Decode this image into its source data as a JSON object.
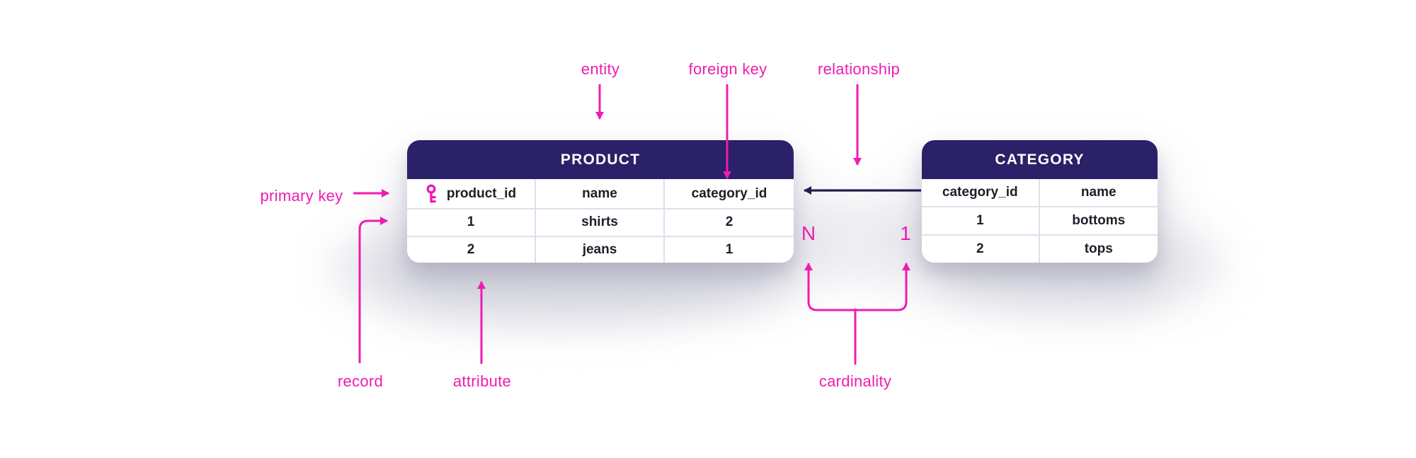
{
  "diagram": {
    "colors": {
      "accent_pink": "#ee1cb2",
      "table_header_indigo": "#2b2168",
      "relationship_line_dark": "#251d4e"
    },
    "annotations": {
      "entity": "entity",
      "foreign_key": "foreign key",
      "relationship": "relationship",
      "primary_key": "primary key",
      "record": "record",
      "attribute": "attribute",
      "cardinality": "cardinality",
      "cardinality_many": "N",
      "cardinality_one": "1"
    },
    "tables": [
      {
        "title": "PRODUCT",
        "columns": [
          "product_id",
          "name",
          "category_id"
        ],
        "primary_key_column": "product_id",
        "rows": [
          [
            "1",
            "shirts",
            "2"
          ],
          [
            "2",
            "jeans",
            "1"
          ]
        ]
      },
      {
        "title": "CATEGORY",
        "columns": [
          "category_id",
          "name"
        ],
        "rows": [
          [
            "1",
            "bottoms"
          ],
          [
            "2",
            "tops"
          ]
        ]
      }
    ]
  }
}
